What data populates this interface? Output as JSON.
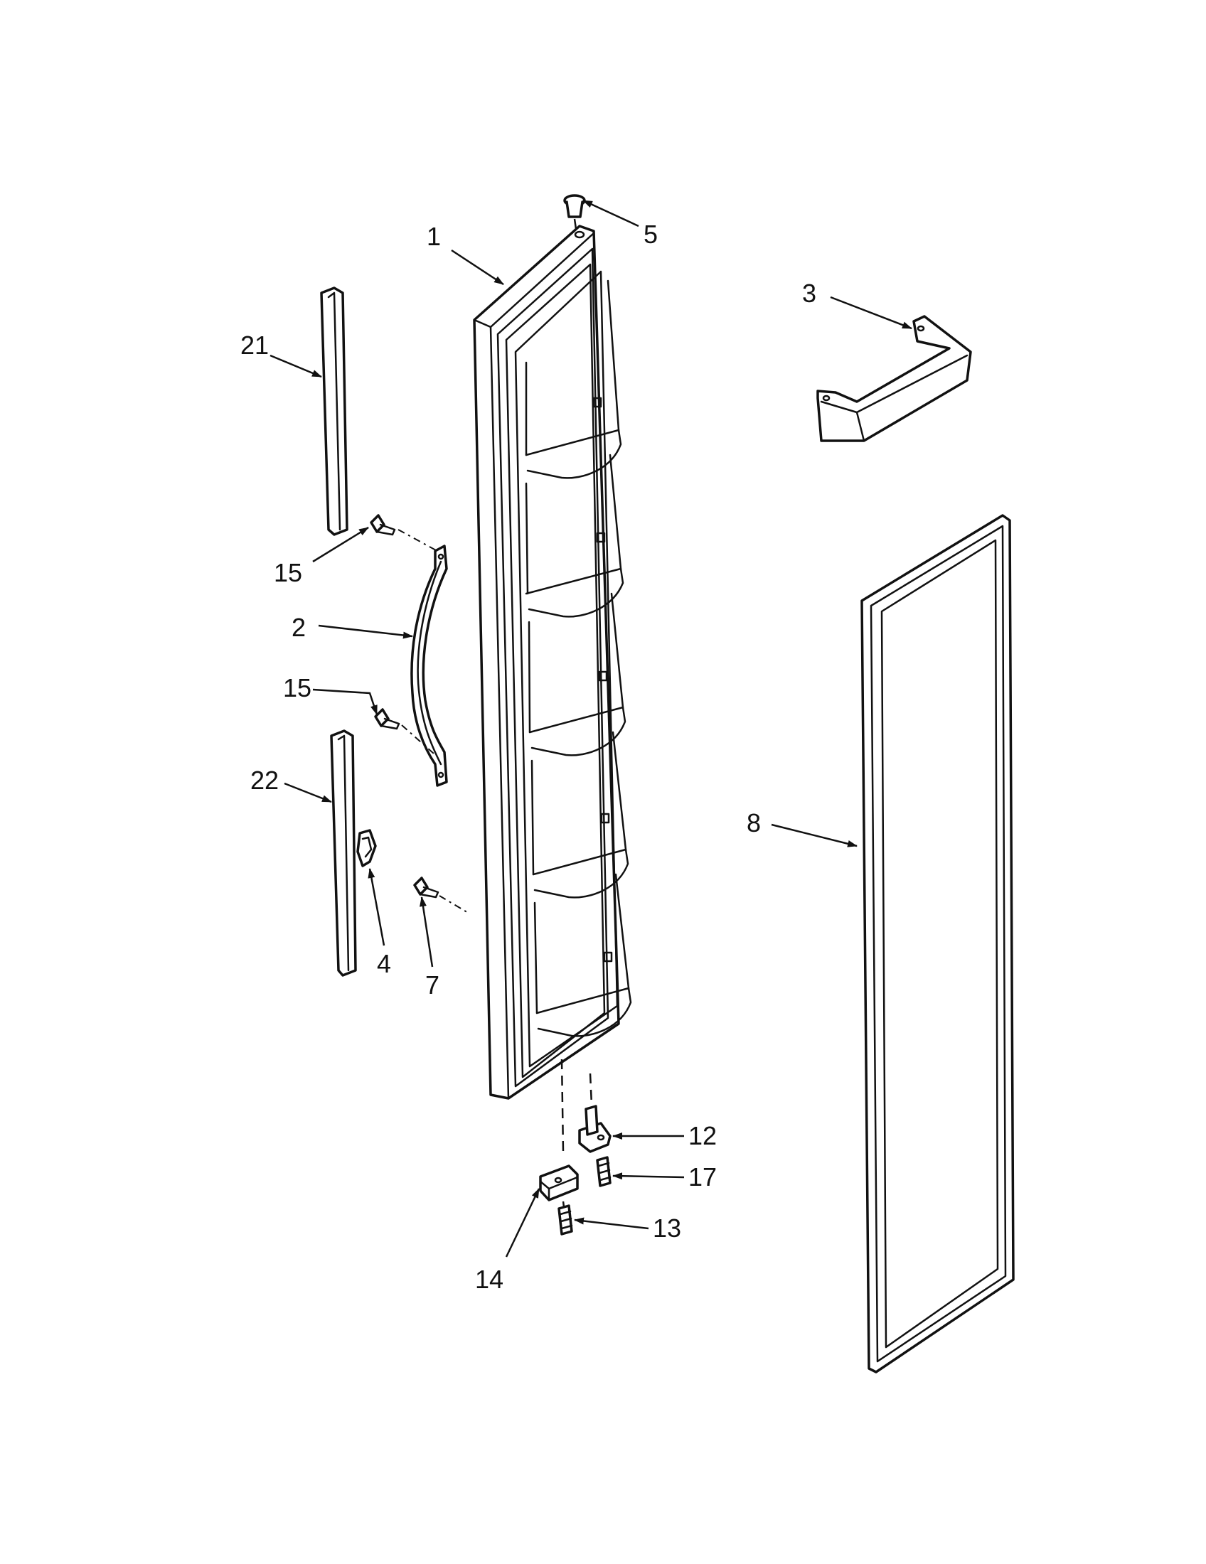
{
  "diagram": {
    "type": "exploded-parts-diagram",
    "colors": {
      "ink": "#111111",
      "paper": "#ffffff"
    },
    "callouts": [
      {
        "id": "1",
        "label": "1"
      },
      {
        "id": "2",
        "label": "2"
      },
      {
        "id": "3",
        "label": "3"
      },
      {
        "id": "4",
        "label": "4"
      },
      {
        "id": "5",
        "label": "5"
      },
      {
        "id": "7",
        "label": "7"
      },
      {
        "id": "8",
        "label": "8"
      },
      {
        "id": "12",
        "label": "12"
      },
      {
        "id": "13",
        "label": "13"
      },
      {
        "id": "14",
        "label": "14"
      },
      {
        "id": "15a",
        "label": "15"
      },
      {
        "id": "15b",
        "label": "15"
      },
      {
        "id": "17",
        "label": "17"
      },
      {
        "id": "21",
        "label": "21"
      },
      {
        "id": "22",
        "label": "22"
      }
    ]
  }
}
